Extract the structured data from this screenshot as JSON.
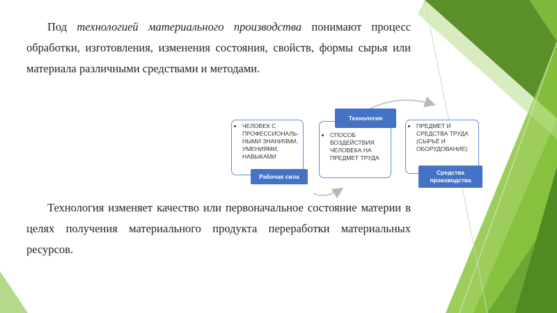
{
  "slide": {
    "paragraph1": {
      "prefix": "Под ",
      "emphasis": "технологией материального производства",
      "suffix": " понимают процесс обработки, изготовления, изменения состояния, свойств, формы сырья или материала различными средствами и методами."
    },
    "paragraph2": "Технология изменяет качество или первоначальное состояние материи в целях получения материального продукта переработки материальных ресурсов."
  },
  "diagram": {
    "box1": {
      "text": "Человек с профессиональ-ными знаниями, умениями, навыками",
      "label": "Рабочая сила"
    },
    "box2": {
      "text": "Способ воздействия человека на предмет труда",
      "label": "Технология"
    },
    "box3": {
      "text": "Предмет и средства труда (сырьё и оборудование)",
      "label": "Средства производства"
    }
  },
  "colors": {
    "accent": "#4472c4",
    "box_border": "#5b8fd1",
    "green_dark": "#5a9a28",
    "green_light": "#9bd14a"
  }
}
